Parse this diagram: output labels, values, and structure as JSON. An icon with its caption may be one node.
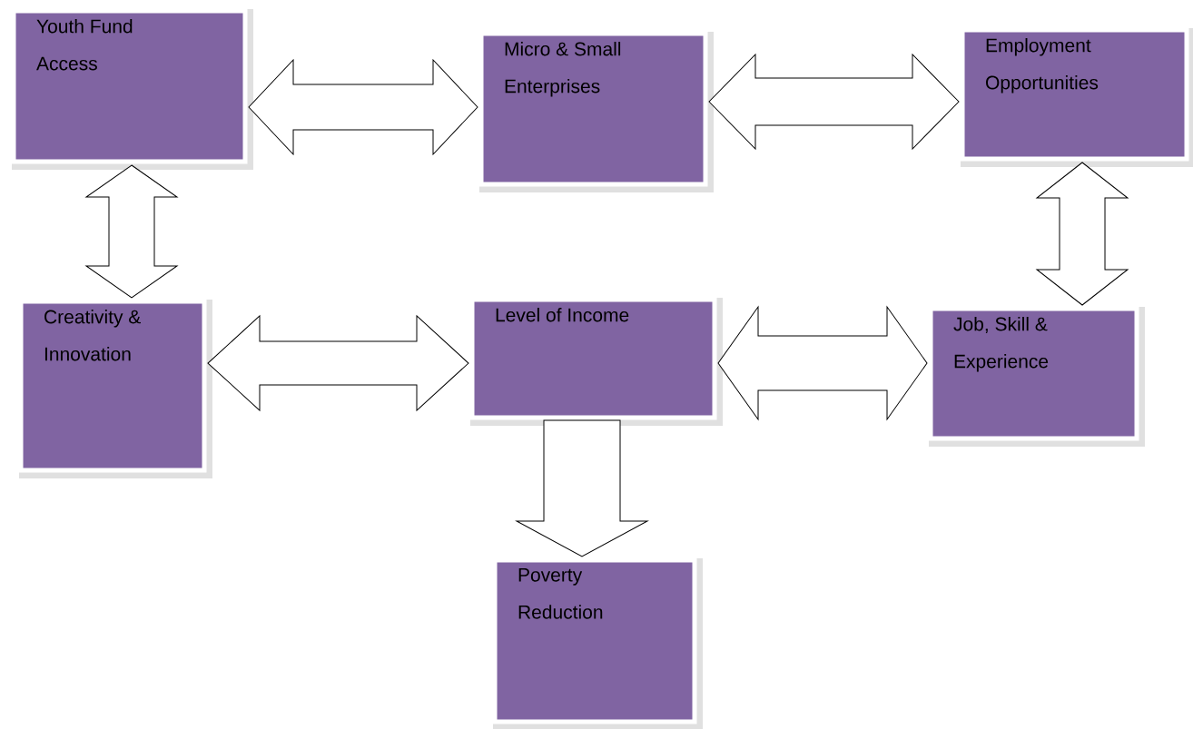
{
  "diagram": {
    "nodes": [
      {
        "text": [
          "Youth Fund Access"
        ]
      },
      {
        "text": [
          "Micro & Small Enterprises"
        ]
      },
      {
        "text": [
          "Employment Opportunities"
        ]
      },
      {
        "text": [
          "Creativity & Innovation"
        ]
      },
      {
        "text": [
          "Level of Income"
        ]
      },
      {
        "text": [
          "Job, Skill & Experience"
        ]
      },
      {
        "text": [
          "Poverty Reduction"
        ]
      }
    ],
    "edges": [
      {
        "from": 0,
        "to": 1,
        "arrow": "both"
      },
      {
        "from": 1,
        "to": 2,
        "arrow": "both"
      },
      {
        "from": 0,
        "to": 3,
        "arrow": "both"
      },
      {
        "from": 2,
        "to": 5,
        "arrow": "both"
      },
      {
        "from": 3,
        "to": 4,
        "arrow": "both"
      },
      {
        "from": 4,
        "to": 5,
        "arrow": "both"
      },
      {
        "from": 4,
        "to": 6,
        "arrow": "to"
      }
    ]
  }
}
